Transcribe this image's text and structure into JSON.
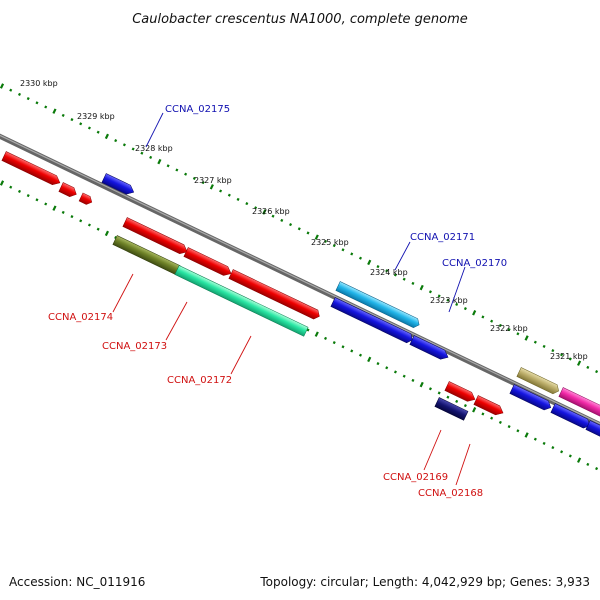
{
  "title": "Caulobacter crescentus NA1000, complete genome",
  "footer": {
    "accession": "Accession: NC_011916",
    "summary": "Topology: circular; Length: 4,042,929 bp; Genes: 3,933"
  },
  "scale_labels": [
    "2330 kbp",
    "2329 kbp",
    "2328 kbp",
    "2327 kbp",
    "2326 kbp",
    "2325 kbp",
    "2324 kbp",
    "2323 kbp",
    "2322 kbp",
    "2321 kbp"
  ],
  "gene_labels": {
    "forward": [
      "CCNA_02175",
      "CCNA_02171",
      "CCNA_02170"
    ],
    "reverse": [
      "CCNA_02174",
      "CCNA_02173",
      "CCNA_02172",
      "CCNA_02169",
      "CCNA_02168"
    ]
  },
  "colors": {
    "forward_label": "#1010b0",
    "reverse_label": "#d01010",
    "backbone": "#777777",
    "tick": "#0a7a0a"
  }
}
